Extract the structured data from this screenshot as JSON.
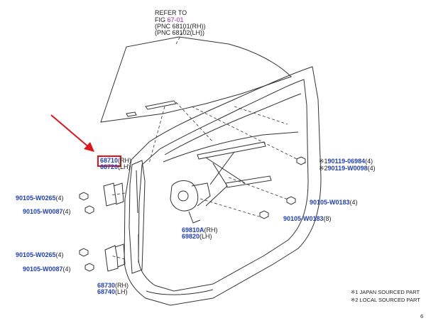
{
  "refer": {
    "line1": "REFER TO",
    "fig_prefix": "FIG ",
    "fig_number": "67-01",
    "pnc_rh": "(PNC 68101(RH))",
    "pnc_lh": "(PNC 68102(LH))"
  },
  "hinge_upper": {
    "part_rh": "68710",
    "suffix_rh": "(RH)",
    "part_lh": "68720",
    "suffix_lh": "(LH)"
  },
  "hinge_lower": {
    "part_rh": "68730",
    "suffix_rh": "(RH)",
    "part_lh": "68740",
    "suffix_lh": "(LH)"
  },
  "regulator": {
    "part_rh": "69810A",
    "suffix_rh": "(RH)",
    "part_lh": "69820",
    "suffix_lh": "(LH)"
  },
  "left_bolts": [
    {
      "part": "90105-W0265",
      "qty": "(4)"
    },
    {
      "part": "90105-W0087",
      "qty": "(4)"
    },
    {
      "part": "90105-W0265",
      "qty": "(4)"
    },
    {
      "part": "90105-W0087",
      "qty": "(4)"
    }
  ],
  "right_parts": [
    {
      "mark": "※1",
      "part": "90119-06984",
      "qty": "(4)"
    },
    {
      "mark": "※2",
      "part": "90119-W0098",
      "qty": "(4)"
    },
    {
      "mark": "",
      "part": "90105-W0183",
      "qty": "(4)"
    },
    {
      "mark": "",
      "part": "90105-W0183",
      "qty": "(8)"
    }
  ],
  "notes": {
    "note1": "※1 JAPAN SOURCED PART",
    "note2": "※2 LOCAL SOURCED PART"
  },
  "page_fragment": "6",
  "colors": {
    "part_number": "#1f3fbf",
    "fig_link": "#b0209a",
    "highlight": "#e0141a"
  }
}
